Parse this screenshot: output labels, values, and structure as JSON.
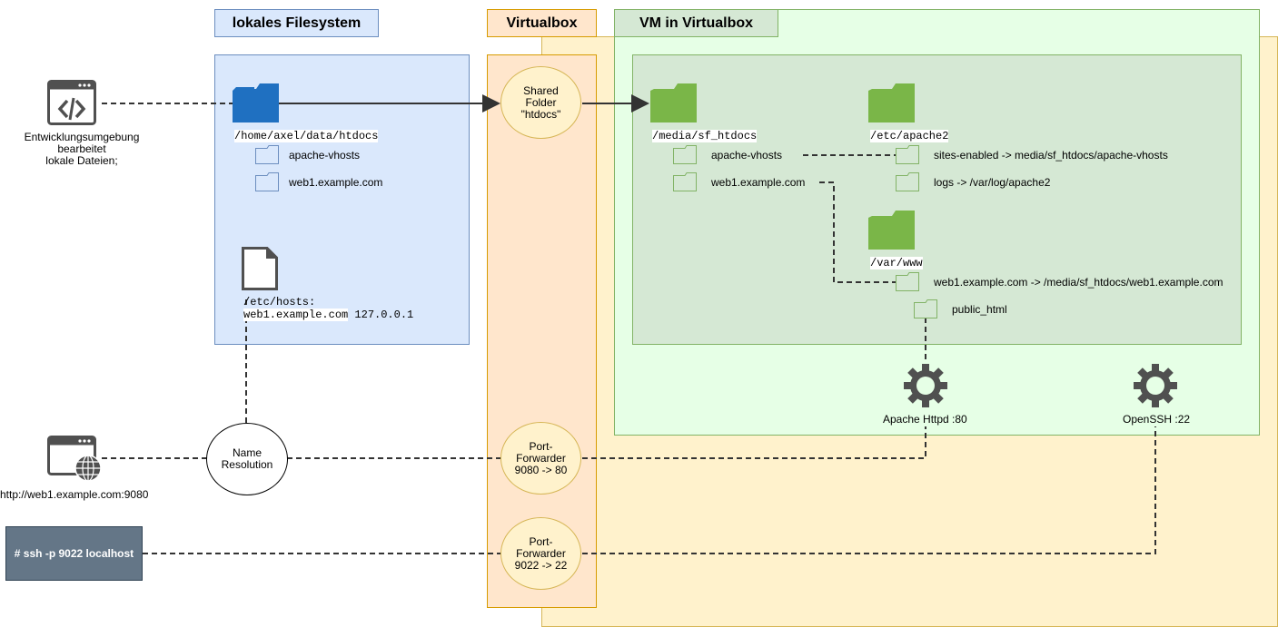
{
  "containers": {
    "vm_outer_fill": "#fff2cc",
    "local_fs_title": "lokales Filesystem",
    "virtualbox_title": "Virtualbox",
    "vm_title": "VM in Virtualbox"
  },
  "dev_env": {
    "label_line1": "Entwicklungsumgebung",
    "label_line2": "bearbeitet",
    "label_line3": "lokale Dateien;"
  },
  "local_fs": {
    "htdocs_path": "/home/axel/data/htdocs",
    "folders": [
      "apache-vhosts",
      "web1.example.com"
    ],
    "hosts_line1": "/etc/hosts:",
    "hosts_line2_host": "web1.example.com",
    "hosts_line2_ip": " 127.0.0.1"
  },
  "virtualbox": {
    "shared_folder_line1": "Shared",
    "shared_folder_line2": "Folder",
    "shared_folder_line3": "\"htdocs\"",
    "pf1_line1": "Port-",
    "pf1_line2": "Forwarder",
    "pf1_line3": "9080 -> 80",
    "pf2_line1": "Port-",
    "pf2_line2": "Forwarder",
    "pf2_line3": "9022 -> 22"
  },
  "vm": {
    "sf_path": "/media/sf_htdocs",
    "sf_folders": [
      "apache-vhosts",
      "web1.example.com"
    ],
    "apache2_path": "/etc/apache2",
    "apache2_folders": [
      "sites-enabled -> media/sf_htdocs/apache-vhosts",
      "logs -> /var/log/apache2"
    ],
    "www_path": "/var/www",
    "www_folders": [
      "web1.example.com -> /media/sf_htdocs/web1.example.com",
      "public_html"
    ],
    "apache_service": "Apache Httpd :80",
    "ssh_service": "OpenSSH :22"
  },
  "browser": {
    "url": "http://web1.example.com:9080"
  },
  "name_resolution": {
    "line1": "Name",
    "line2": "Resolution"
  },
  "ssh_command": "# ssh -p 9022 localhost",
  "colors": {
    "local_fs_fill": "#dae8fc",
    "local_fs_stroke": "#6c8ebf",
    "virtualbox_fill": "#ffe6cc",
    "virtualbox_stroke": "#d79b00",
    "vm_fill": "#e6ffe6",
    "vm_stroke": "#82b366",
    "vm_inner_fill": "#d5e8d4",
    "ellipse_fill": "#fff2cc",
    "ellipse_stroke": "#d6b656",
    "blue_folder": "#1f70c1",
    "green_folder": "#7ab648",
    "ssh_box_fill": "#647687",
    "icon_gray": "#505050"
  }
}
